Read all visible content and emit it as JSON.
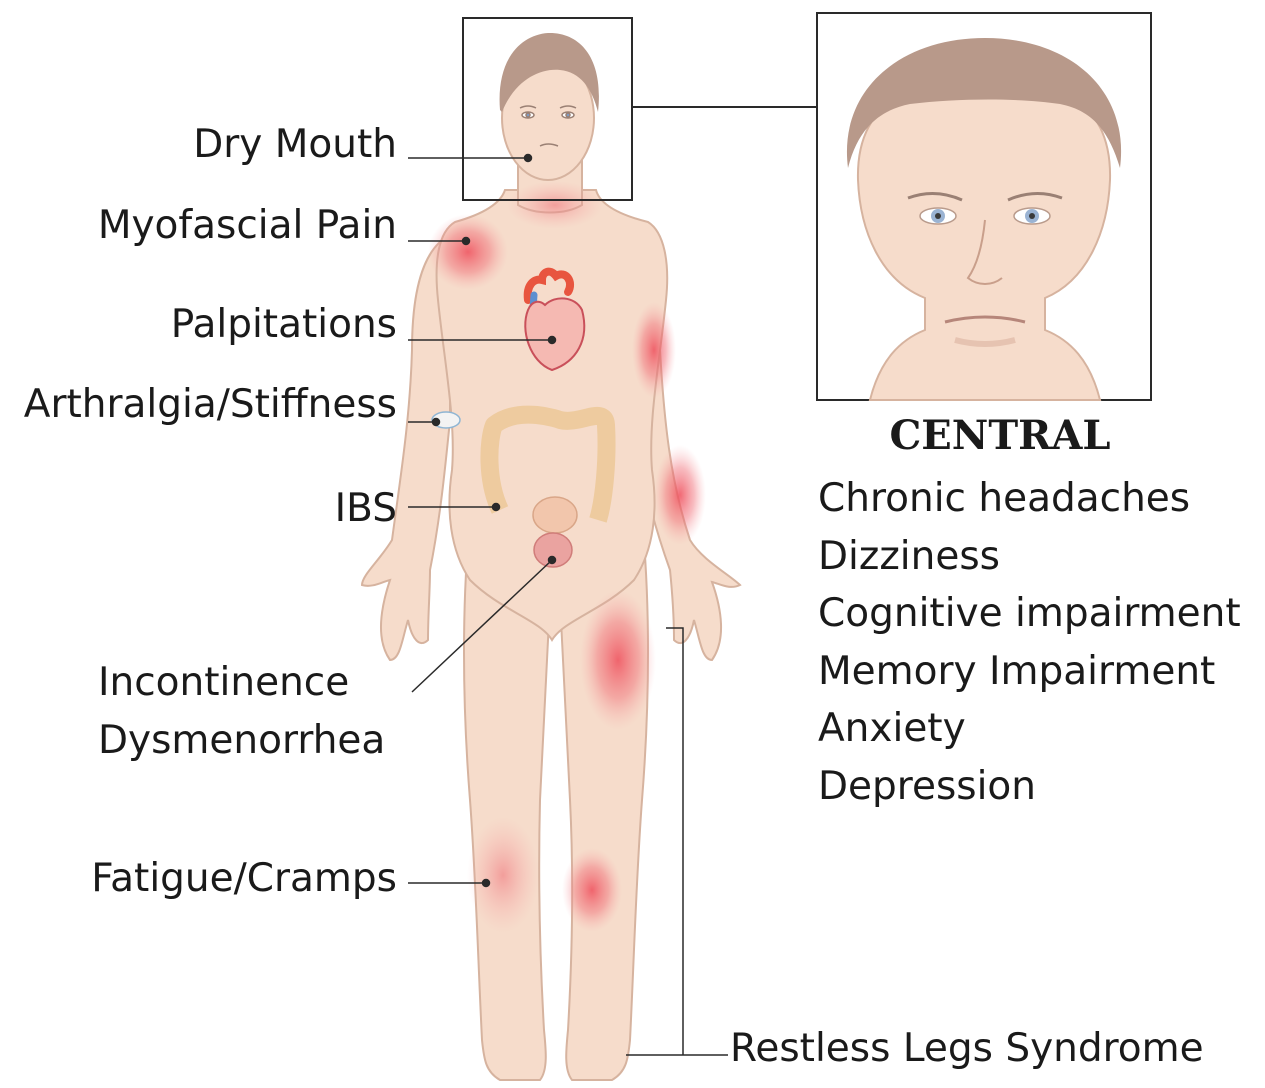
{
  "labels": {
    "dry_mouth": "Dry Mouth",
    "myofascial_pain": "Myofascial Pain",
    "palpitations": "Palpitations",
    "arthralgia": "Arthralgia/Stiffness",
    "ibs": "IBS",
    "incontinence": "Incontinence",
    "dysmenorrhea": "Dysmenorrhea",
    "fatigue": "Fatigue/Cramps",
    "restless_legs": "Restless Legs Syndrome"
  },
  "central": {
    "title": "CENTRAL",
    "items": [
      "Chronic headaches",
      "Dizziness",
      "Cognitive impairment",
      "Memory Impairment",
      "Anxiety",
      "Depression"
    ]
  },
  "colors": {
    "skin": "#f6dccb",
    "skin_outline": "#d9b8a4",
    "hair": "#b8998a",
    "pain": "#ef4f5c",
    "heart": "#e8553f",
    "vessel_blue": "#5c8fd0",
    "intestine": "#eecb9f",
    "bladder": "#eaa3a0",
    "line": "#2a2a2a"
  }
}
